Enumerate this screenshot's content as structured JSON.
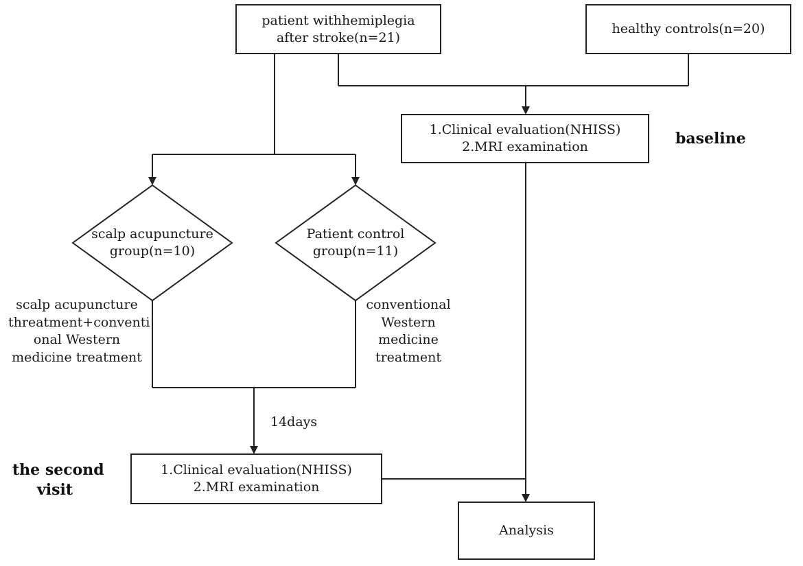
{
  "nodes": {
    "patient": "patient withhemiplegia after stroke(n=21)",
    "healthy": "healthy controls(n=20)",
    "baseline_eval": [
      "1.Clinical evaluation(NHISS)",
      "2.MRI examination"
    ],
    "scalp_group": [
      "scalp acupuncture",
      "group(n=10)"
    ],
    "control_group": [
      "Patient control",
      "group(n=11)"
    ],
    "second_eval": [
      "1.Clinical evaluation(NHISS)",
      "2.MRI examination"
    ],
    "analysis": "Analysis"
  },
  "edge_labels": {
    "scalp_treatment": [
      "scalp acupuncture",
      "threatment+conventi",
      "onal Western",
      "medicine treatment"
    ],
    "control_treatment": [
      "conventional",
      "Western",
      "medicine",
      "treatment"
    ],
    "duration": "14days"
  },
  "stage_labels": {
    "baseline": "baseline",
    "second_visit": [
      "the second",
      "visit"
    ]
  }
}
